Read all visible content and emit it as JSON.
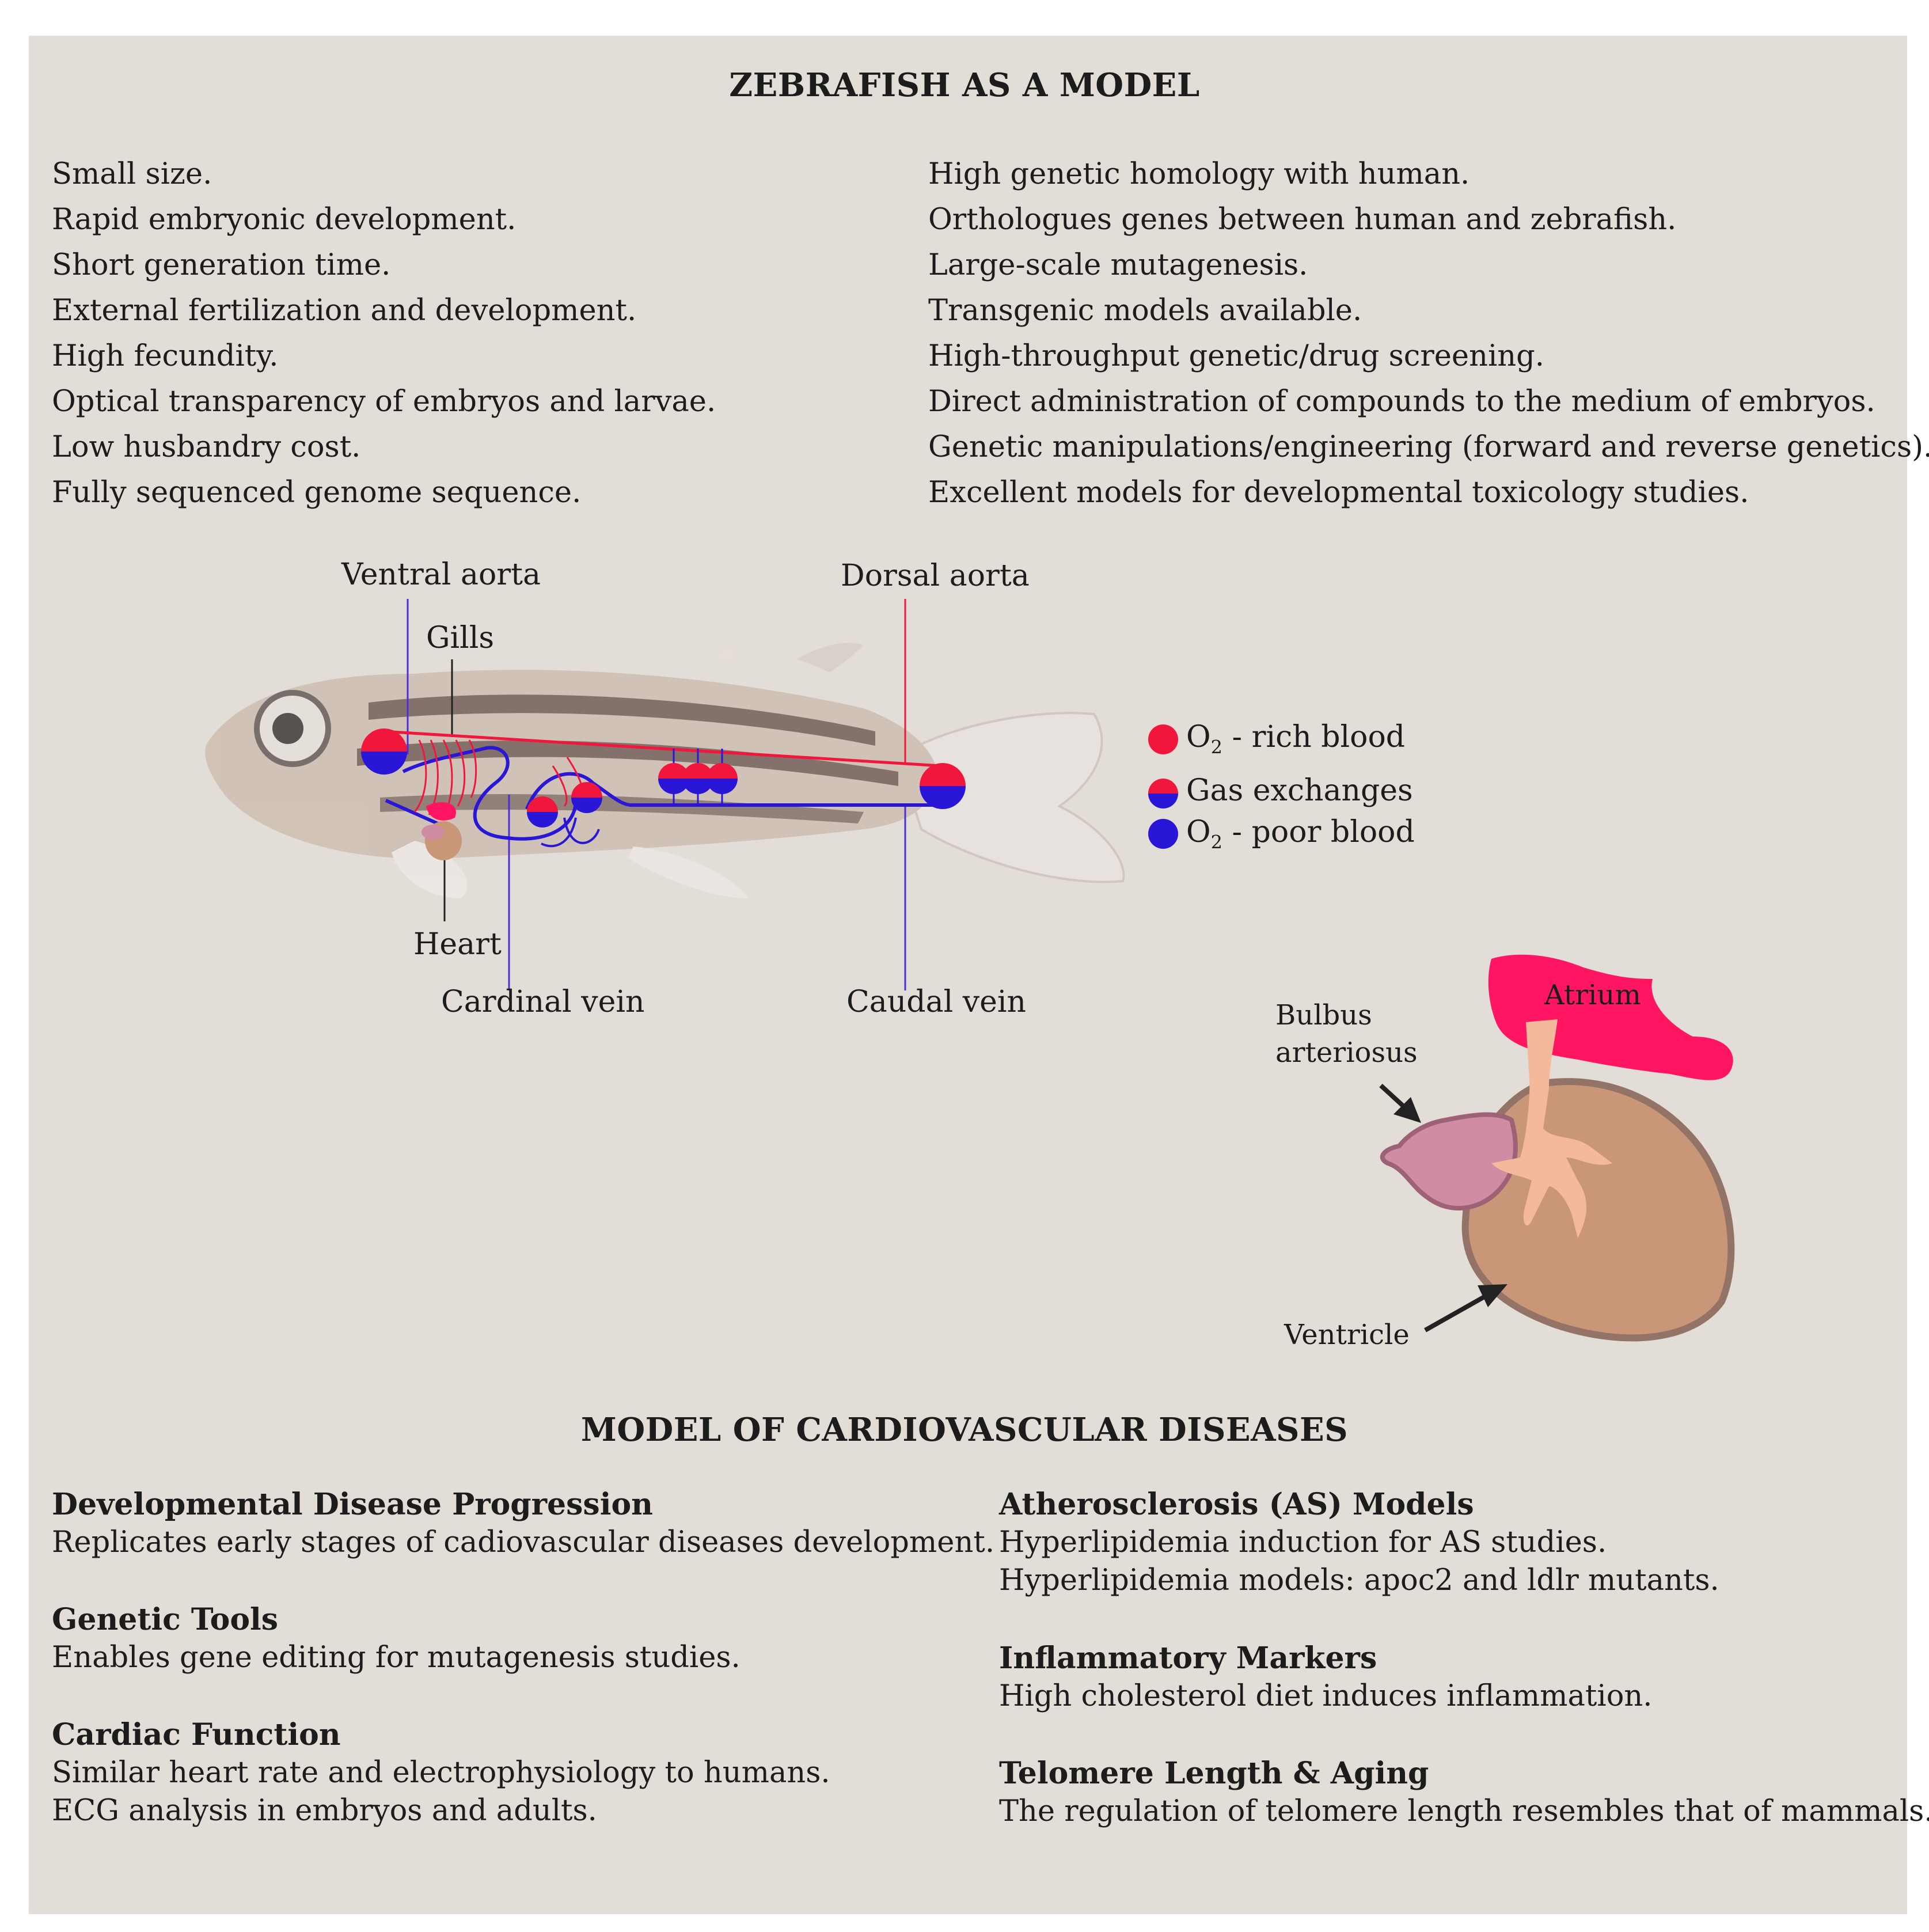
{
  "title": "ZEBRAFISH AS A MODEL",
  "left_features": [
    "Small size.",
    "Rapid embryonic development.",
    "Short generation time.",
    "External fertilization and development.",
    "High fecundity.",
    "Optical transparency of embryos and larvae.",
    "Low husbandry cost.",
    "Fully sequenced genome sequence."
  ],
  "right_features": [
    "High genetic homology with human.",
    "Orthologues genes between human and zebrafish.",
    "Large-scale mutagenesis.",
    "Transgenic models available.",
    "High-throughput genetic/drug screening.",
    "Direct administration of compounds to the medium of embryos.",
    "Genetic manipulations/engineering (forward and reverse genetics).",
    "Excellent models for developmental toxicology studies."
  ],
  "fish_labels": {
    "ventral_aorta": "Ventral aorta",
    "dorsal_aorta": "Dorsal aorta",
    "gills": "Gills",
    "heart": "Heart",
    "cardinal_vein": "Cardinal vein",
    "caudal_vein": "Caudal vein"
  },
  "legend": {
    "rich_prefix": "O",
    "rich_sub": "2",
    "rich_suffix": " - rich blood",
    "exchange": "Gas exchanges",
    "poor_prefix": "O",
    "poor_sub": "2",
    "poor_suffix": " - poor blood"
  },
  "heart_labels": {
    "atrium": "Atrium",
    "bulbus_line1": "Bulbus",
    "bulbus_line2": "arteriosus",
    "ventricle": "Ventricle"
  },
  "colors": {
    "rich": "#f0163c",
    "poor": "#2a16d6",
    "atrium": "#ff1561",
    "ventricle": "#c99778",
    "bulbus": "#cf8ca4",
    "background": "#e3ddd8"
  },
  "section2_title": "MODEL OF CARDIOVASCULAR DISEASES",
  "diseases_left": [
    {
      "heading": "Developmental Disease Progression",
      "lines": [
        "Replicates early stages of cadiovascular diseases development."
      ]
    },
    {
      "heading": "Genetic Tools",
      "lines": [
        "Enables gene editing for mutagenesis studies."
      ]
    },
    {
      "heading": "Cardiac Function",
      "lines": [
        "Similar heart rate and electrophysiology to humans.",
        "ECG analysis in embryos and adults."
      ]
    }
  ],
  "diseases_right": [
    {
      "heading": "Atherosclerosis (AS) Models",
      "lines": [
        "Hyperlipidemia induction for AS studies.",
        "Hyperlipidemia models: apoc2 and ldlr mutants."
      ]
    },
    {
      "heading": "Inflammatory Markers",
      "lines": [
        "High cholesterol diet induces inflammation."
      ]
    },
    {
      "heading": "Telomere Length & Aging",
      "lines": [
        "The regulation of telomere length resembles that of mammals."
      ]
    }
  ]
}
